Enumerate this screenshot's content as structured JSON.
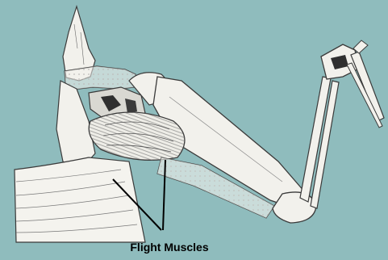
{
  "diagram": {
    "background_color": "#8fbcbd",
    "illustration_fill": "#f2f1ec",
    "stroke_color": "#3a3a3a",
    "callout": {
      "label": "Flight Muscles",
      "leader_lines": 2
    },
    "structures": [
      "shoulder-blade",
      "collar-bone",
      "shoulder-joint",
      "flight-muscle-bundle",
      "upper-arm-bone",
      "forearm-bones",
      "elbow-joint",
      "wrist-bones",
      "hand-digits",
      "breastbone-keel"
    ]
  }
}
